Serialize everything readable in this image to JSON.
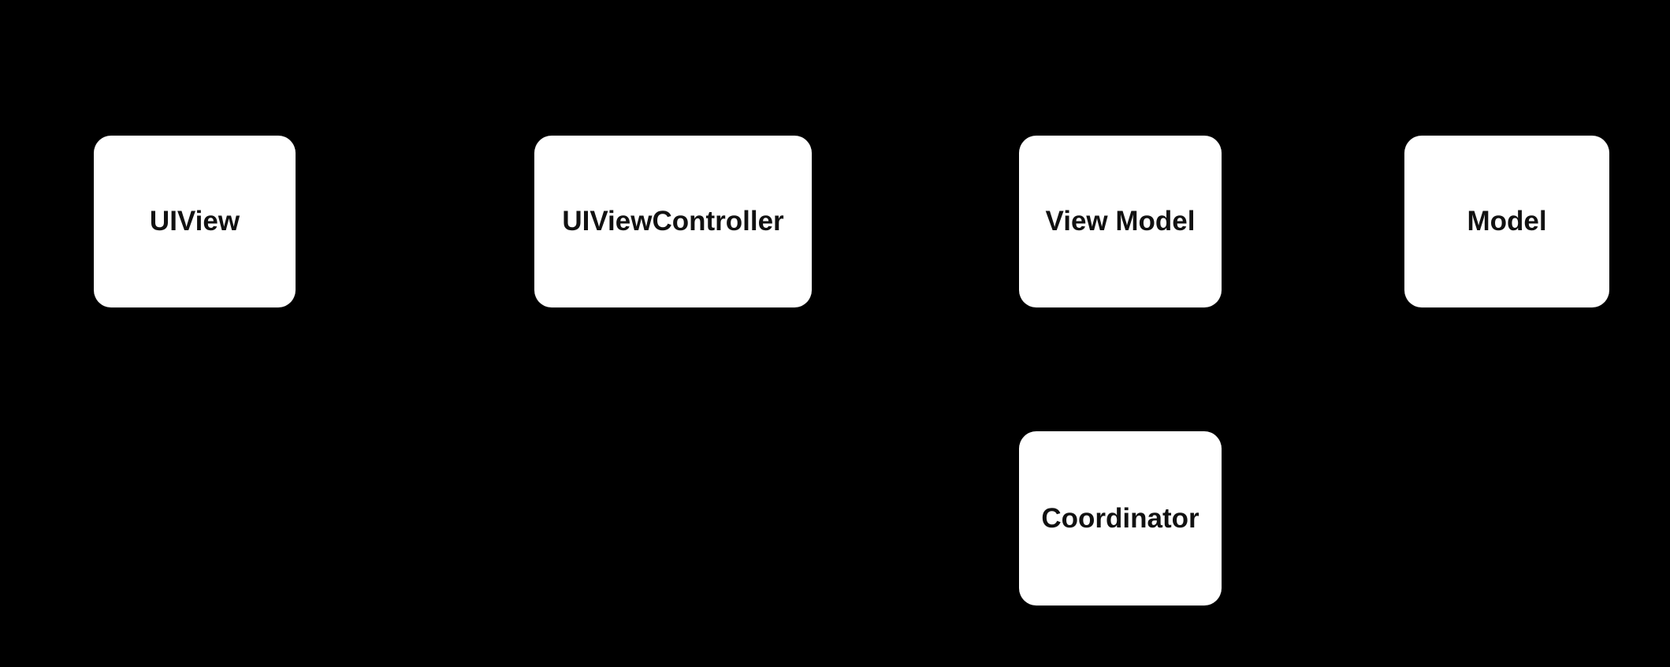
{
  "diagram": {
    "type": "architecture-diagram",
    "background_color": "#000000",
    "node_fill_color": "#ffffff",
    "node_text_color": "#111111",
    "nodes": [
      {
        "id": "uiview",
        "label": "UIView",
        "row": 1,
        "column": 1
      },
      {
        "id": "uiviewcontroller",
        "label": "UIViewController",
        "row": 1,
        "column": 2
      },
      {
        "id": "view-model",
        "label": "View Model",
        "row": 1,
        "column": 3
      },
      {
        "id": "model",
        "label": "Model",
        "row": 1,
        "column": 4
      },
      {
        "id": "coordinator",
        "label": "Coordinator",
        "row": 2,
        "column": 3
      }
    ],
    "edges": []
  }
}
